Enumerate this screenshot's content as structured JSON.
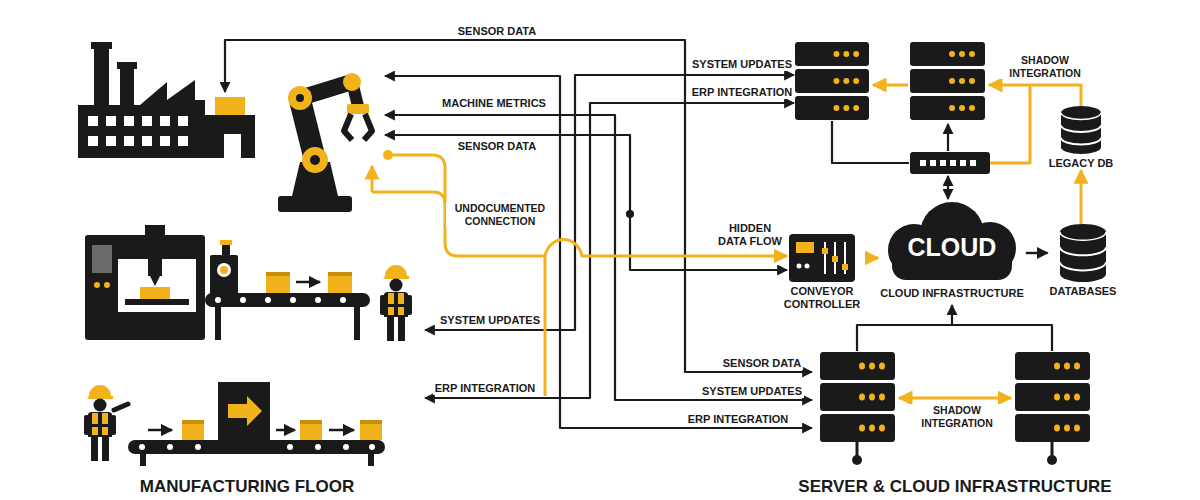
{
  "diagram": {
    "nodes": [
      {
        "text": [
          "CONVEYOR CONTROLLER"
        ]
      },
      {
        "text": [
          "CLOUD",
          "CLOUD INFRASTRUCTURE"
        ]
      },
      {
        "text": [
          "DATABASES"
        ]
      },
      {
        "text": [
          "LEGACY DB"
        ]
      }
    ],
    "edges": [
      {
        "from": 0,
        "to": 1,
        "arrow": "to"
      },
      {
        "from": 1,
        "to": 2,
        "arrow": "to"
      },
      {
        "from": 2,
        "to": 3,
        "arrow": "to"
      }
    ],
    "labels": [
      "SENSOR DATA",
      "MACHINE METRICS",
      "SENSOR DATA",
      "UNDOCUMENTED CONNECTION",
      "HIDDEN DATA FLOW",
      "SYSTEM UPDATES",
      "ERP INTEGRATION",
      "SHADOW INTEGRATION",
      "SYSTEM UPDATES",
      "ERP INTEGRATION",
      "SENSOR DATA",
      "SYSTEM UPDATES",
      "ERP INTEGRATION",
      "SHADOW INTEGRATION",
      "MANUFACTURING FLOOR",
      "SERVER & CLOUD INFRASTRUCTURE"
    ]
  }
}
